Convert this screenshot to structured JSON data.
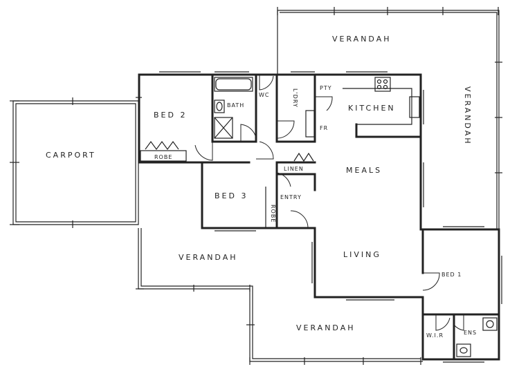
{
  "rooms": {
    "verandah_top": "VERANDAH",
    "verandah_right": "VERANDAH",
    "verandah_mid": "VERANDAH",
    "verandah_bottom": "VERANDAH",
    "carport": "CARPORT",
    "bed2": "BED 2",
    "bath": "BATH",
    "wc": "WC",
    "ldry": "L'DRY",
    "kitchen": "KITCHEN",
    "pty": "PTY",
    "fr": "FR",
    "robe_bed2": "ROBE",
    "linen": "LINEN",
    "meals": "MEALS",
    "bed3": "BED 3",
    "robe_bed3": "ROBE",
    "entry": "ENTRY",
    "living": "LIVING",
    "bed1": "BED 1",
    "wir": "W.I.R",
    "ens": "ENS"
  }
}
